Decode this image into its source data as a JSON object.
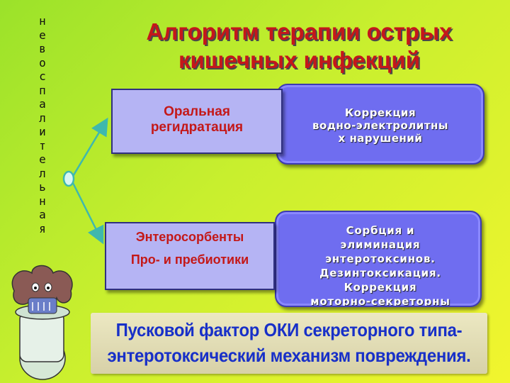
{
  "side_label": "н е в о с п а л и т е л ь н а я",
  "title": {
    "line1": "Алгоритм терапии острых",
    "line2": "кишечных инфекций"
  },
  "box_top": {
    "left": {
      "line1": "Оральная",
      "line2": "регидратация"
    },
    "right": {
      "line1": "Коррекция",
      "line2": "водно-электролитны",
      "line3": "х нарушений"
    }
  },
  "box_bottom": {
    "left": {
      "line1": "Энтеросорбенты",
      "line2": "Про- и пребиотики"
    },
    "right": {
      "line1": "Сорбция и",
      "line2": "элиминация",
      "line3": "энтеротоксинов.",
      "line4": "Дезинтоксикация.",
      "line5": "Коррекция",
      "line6": "моторно-секреторны"
    }
  },
  "banner": {
    "line1": "Пусковой фактор ОКИ секреторного типа-",
    "line2": "энтеротоксический механизм повреждения."
  },
  "colors": {
    "title": "#c4171b",
    "pill": "#6f6df0",
    "box": "#b5b4f4",
    "box_text": "#c41818",
    "banner_text": "#1830c8",
    "arrow": "#3fb8ad"
  },
  "icons": [
    "toilet-cartoon-icon",
    "branch-node-icon"
  ]
}
